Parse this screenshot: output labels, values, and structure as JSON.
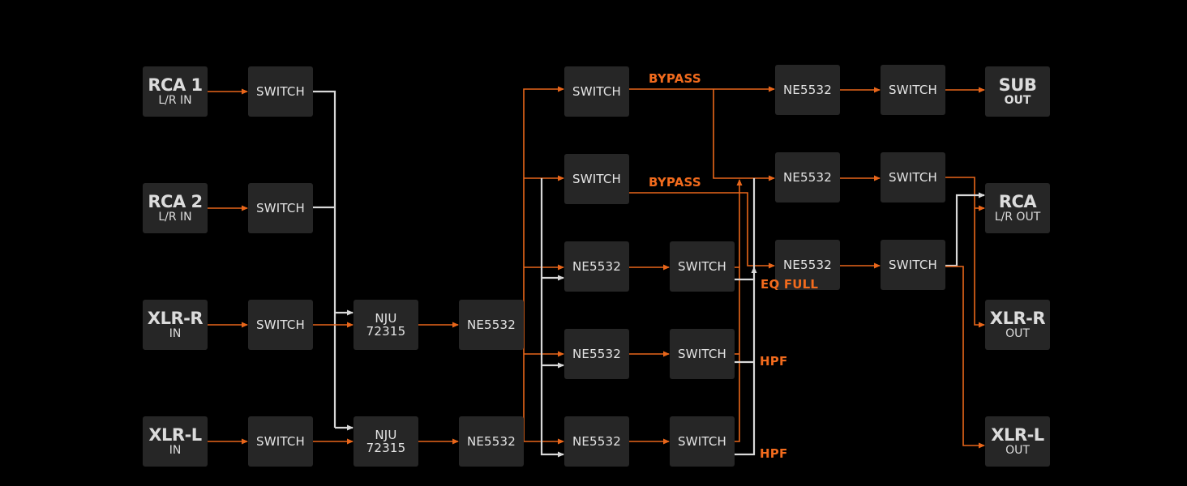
{
  "colors": {
    "signal": "#e8661a",
    "control": "#d8d8d8",
    "block": "#262626",
    "label": "#f26b1d"
  },
  "inputs": [
    {
      "name": "RCA 1",
      "sub": "L/R IN"
    },
    {
      "name": "RCA 2",
      "sub": "L/R IN"
    },
    {
      "name": "XLR-R",
      "sub": "IN"
    },
    {
      "name": "XLR-L",
      "sub": "IN"
    }
  ],
  "input_switches": [
    "SWITCH",
    "SWITCH",
    "SWITCH",
    "SWITCH"
  ],
  "volume": [
    {
      "line1": "NJU",
      "line2": "72315"
    },
    {
      "line1": "NJU",
      "line2": "72315"
    }
  ],
  "buffers": [
    "NE5532",
    "NE5532"
  ],
  "stage3": {
    "bypass_switches": [
      "SWITCH",
      "SWITCH"
    ],
    "filters": [
      "NE5532",
      "NE5532",
      "NE5532"
    ],
    "filter_switches": [
      "SWITCH",
      "SWITCH",
      "SWITCH"
    ]
  },
  "output_drivers": [
    "NE5532",
    "NE5532",
    "NE5532"
  ],
  "output_switches": [
    "SWITCH",
    "SWITCH",
    "SWITCH"
  ],
  "outputs": [
    {
      "name": "SUB",
      "sub": "OUT"
    },
    {
      "name": "RCA",
      "sub": "L/R OUT"
    },
    {
      "name": "XLR-R",
      "sub": "OUT"
    },
    {
      "name": "XLR-L",
      "sub": "OUT"
    }
  ],
  "labels": {
    "bypass_1": "BYPASS",
    "bypass_2": "BYPASS",
    "eq_full": "EQ FULL",
    "hpf_1": "HPF",
    "hpf_2": "HPF"
  }
}
